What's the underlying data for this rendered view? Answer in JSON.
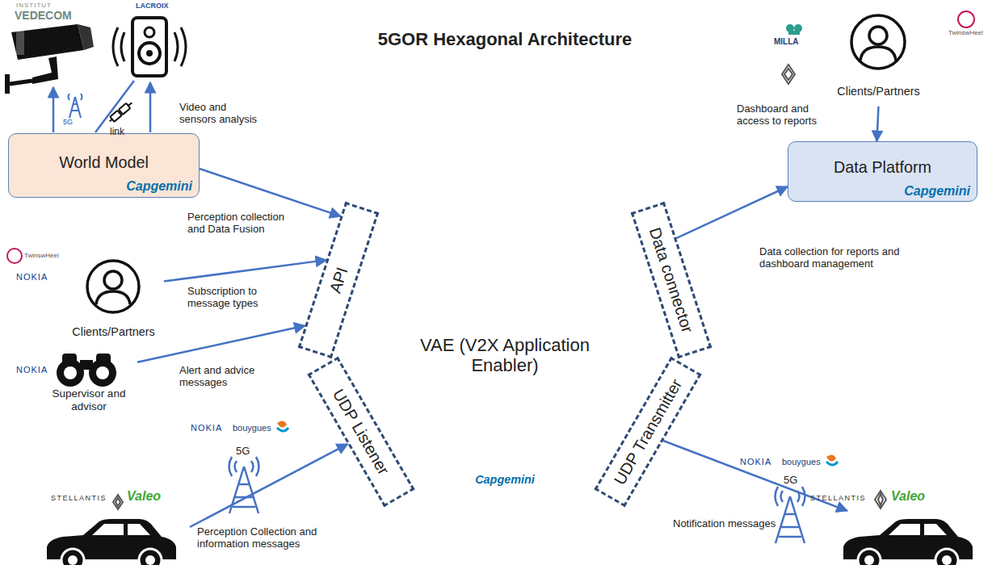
{
  "diagram": {
    "nodes": [
      {
        "text": [
          "World Model",
          "Capgemini"
        ]
      },
      {
        "text": [
          "Data Platform",
          "Capgemini"
        ]
      },
      {
        "text": [
          "Clients/Partners"
        ]
      },
      {
        "text": [
          "5GOR Hexagonal Architecture",
          "VAE (V2X Application Enabler)",
          "Capgemini"
        ]
      },
      {
        "text": [
          "API"
        ],
        "in": 3
      },
      {
        "text": [
          "Data connector"
        ],
        "in": 3
      },
      {
        "text": [
          "UDP Listener"
        ],
        "in": 3
      },
      {
        "text": [
          "UDP Transmitter"
        ],
        "in": 3
      },
      {
        "text": [
          "Clients/Partners"
        ]
      },
      {
        "text": [
          "Supervisor and advisor"
        ]
      },
      {
        "text": [
          "STELLANTIS",
          "Valeo"
        ]
      },
      {
        "text": [
          "STELLANTIS",
          "Valeo"
        ]
      }
    ],
    "edges": [
      {
        "from": 0,
        "to": 4,
        "label": "Perception collection and Data Fusion",
        "arrow": "to"
      },
      {
        "from": 8,
        "to": 4,
        "label": "Subscription to message types",
        "arrow": "to"
      },
      {
        "from": 9,
        "to": 4,
        "label": "Alert and advice messages",
        "arrow": "to"
      },
      {
        "from": 10,
        "to": 6,
        "label": "Perception Collection and information messages",
        "arrow": "to"
      },
      {
        "from": 5,
        "to": 1,
        "label": "Data collection for reports and dashboard management",
        "arrow": "to"
      },
      {
        "from": 2,
        "to": 1,
        "label": "Dashboard and access to reports",
        "arrow": "to"
      },
      {
        "from": 7,
        "to": 11,
        "label": "Notification messages",
        "arrow": "to"
      }
    ],
    "labels": [
      "INSTITUT",
      "VEDECOM",
      "LACROIX",
      "5G",
      "link",
      "Video and sensors analysis",
      "MILLA",
      "TwinswHeel",
      "TwinswHeel",
      "NOKIA",
      "NOKIA",
      "NOKIA",
      "bouygues",
      "5G",
      "NOKIA",
      "bouygues",
      "5G"
    ]
  }
}
